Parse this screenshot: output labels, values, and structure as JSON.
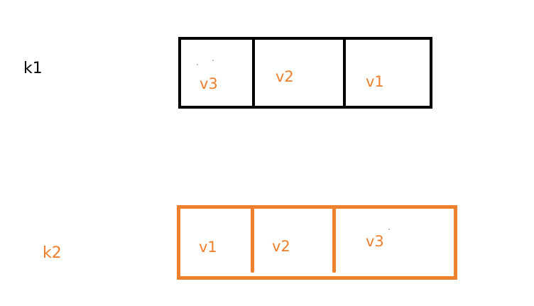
{
  "colors": {
    "background": "#ffffff",
    "row_k1_border": "#000000",
    "row_k2_border": "#ee7f2d",
    "value_text": "#ee7f2d",
    "k1_label": "#000000",
    "k2_label": "#ee7f2d"
  },
  "rows": [
    {
      "key": "k1",
      "values": [
        "v3",
        "v2",
        "v1"
      ]
    },
    {
      "key": "k2",
      "values": [
        "v1",
        "v2",
        "v3"
      ]
    }
  ]
}
